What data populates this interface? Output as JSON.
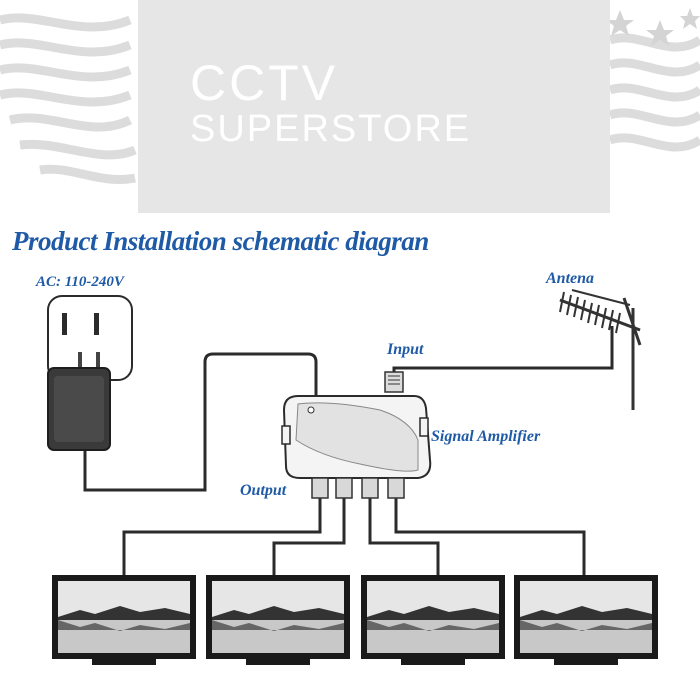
{
  "banner": {
    "brand_line1": "CCTV",
    "brand_line2": "SUPERSTORE",
    "background_color": "#e6e6e6",
    "flag_icon": "us-flag-watermark-icon"
  },
  "diagram": {
    "title": "Product Installation schematic diagran",
    "title_color": "#1f5aa6",
    "labels": {
      "ac": "AC: 110-240V",
      "antenna": "Antena",
      "input": "Input",
      "signal_amplifier": "Signal Amplifier",
      "output": "Output"
    },
    "components": {
      "outlet_icon": "power-outlet-icon",
      "adapter_icon": "power-adapter-icon",
      "antenna_icon": "yagi-antenna-icon",
      "amplifier_icon": "signal-amplifier-icon",
      "tv_icon": "tv-monitor-icon"
    }
  }
}
